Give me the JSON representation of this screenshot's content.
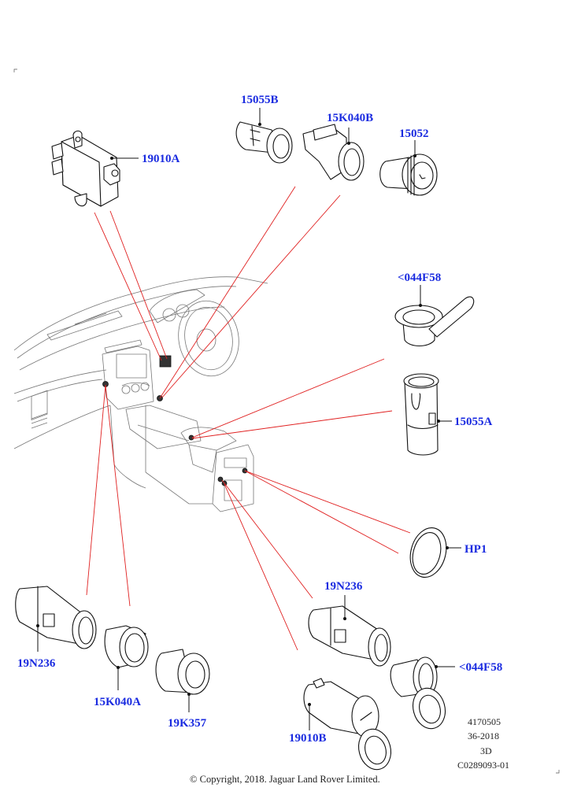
{
  "diagram": {
    "type": "exploded-parts-diagram",
    "subject": "Auxiliary power sockets / USB sockets in vehicle interior",
    "parts": [
      {
        "id": "p1",
        "label": "19010A",
        "description": "control module"
      },
      {
        "id": "p2",
        "label": "15055B",
        "description": "socket housing"
      },
      {
        "id": "p3",
        "label": "15K040B",
        "description": "socket retainer with bracket"
      },
      {
        "id": "p4",
        "label": "15052",
        "description": "cigar lighter"
      },
      {
        "id": "p5",
        "label": "<044F58",
        "description": "socket cap with hinged lid"
      },
      {
        "id": "p6",
        "label": "15055A",
        "description": "socket housing (long)"
      },
      {
        "id": "p7",
        "label": "HP1",
        "description": "blanking plug"
      },
      {
        "id": "p8",
        "label": "19N236",
        "description": "power socket"
      },
      {
        "id": "p9",
        "label": "15K040A",
        "description": "socket retainer ring"
      },
      {
        "id": "p10",
        "label": "19K357",
        "description": "socket plug"
      },
      {
        "id": "p11",
        "label": "19N236",
        "description": "power socket"
      },
      {
        "id": "p12",
        "label": "<044F58",
        "description": "socket cap with hinged lid"
      },
      {
        "id": "p13",
        "label": "19010B",
        "description": "USB socket with flip cover"
      }
    ],
    "reference": {
      "line1": "4170505",
      "line2": "36-2018",
      "line3": "3D",
      "line4": "C0289093-01"
    },
    "copyright": "© Copyright, 2018. Jaguar Land Rover Limited.",
    "colors": {
      "label": "#1a2be0",
      "leader_line": "#e02020",
      "drawing": "#111111"
    }
  }
}
